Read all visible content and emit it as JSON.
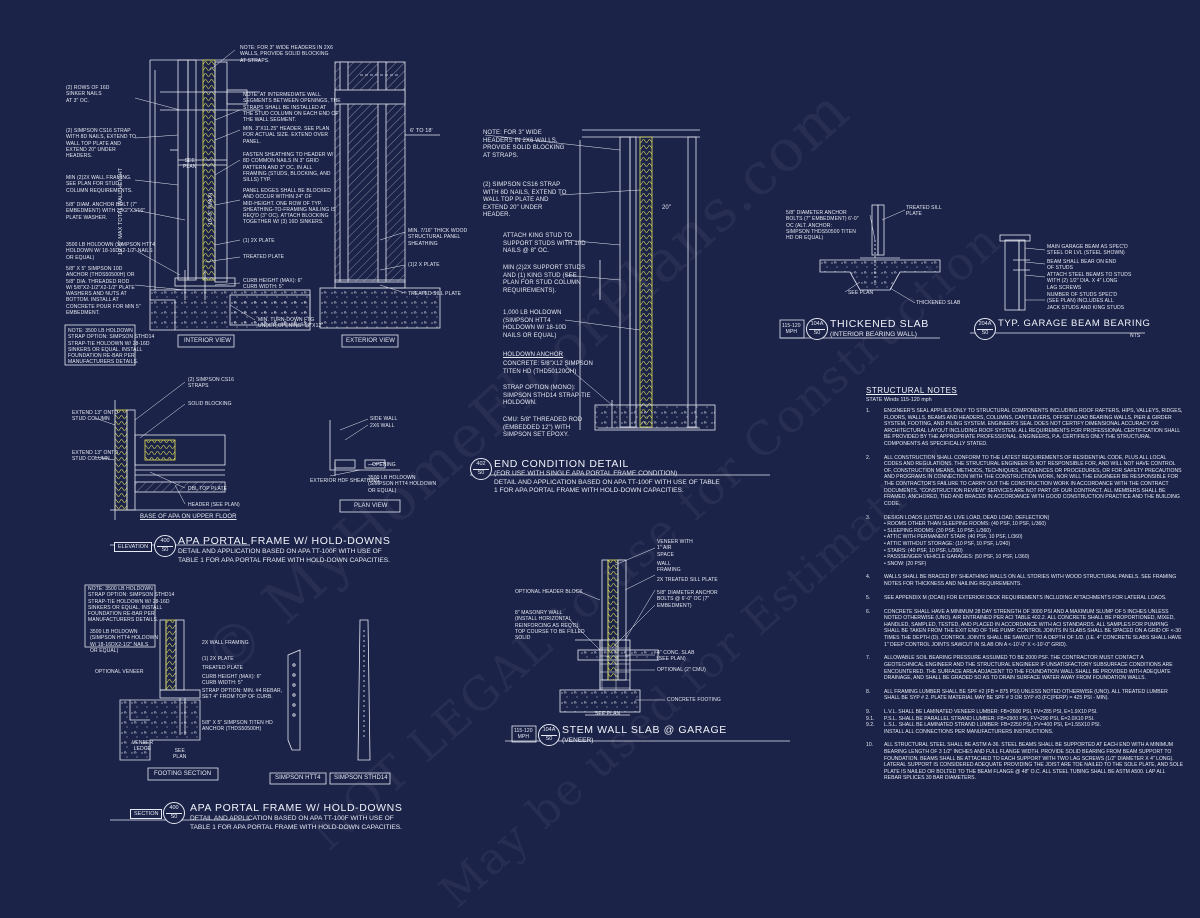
{
  "colors": {
    "background": "#1b2348",
    "linework": "#e6e9f2",
    "sheathing": "#e4e35a",
    "watermark": "#c8cde1"
  },
  "watermark": {
    "line1": "© MyHomeFloorPlans.com",
    "line2": "NOT LEGAL to use for Construction",
    "line3": "May be used for Estimating"
  },
  "detail_top_left": {
    "view_interior": "INTERIOR VIEW",
    "view_exterior": "EXTERIOR VIEW",
    "dim_wall_height": "10'-0\" MAX TOTAL WALL HEIGHT",
    "dim_max": "10'-0\" (MAX)",
    "dim_see_plan": "SEE\nPLAN",
    "dim_range": "6' TO 18'",
    "note_rows": "(2) ROWS OF 16d\nSINKER NAILS\nAT 3\" OC.",
    "note_strap": "(2) SIMPSON CS16 STRAP\nWITH 8d NAILS, EXTEND TO\nWALL TOP PLATE AND\nEXTEND 20\" UNDER\nHEADERS.",
    "note_studs": "MIN (2)2X WALL FRAMING.\nSEE PLAN FOR STUD\nCOLUMN REQUIREMENTS.",
    "note_bolt": "5/8\" DIAM. ANCHOR BOLT (7\"\nEMBEDMENT) WITH 2\"x2\"x3/16\"\nPLATE WASHER.",
    "note_holdown": "3500 LB HOLDOWN (SIMPSON HTT4\nHOLDOWN W/ 18-16dx2-1/2\" NAILS\nOR EQUAL)",
    "note_rod": "5/8\" x 5\" SIMPSON 10D\nANCHOR (THDS50500H) OR\n5/8\" DIA. THREADED ROD\nW/ 5/8\"x2-1/2\"x2-1/2\" PLATE\nWASHERS AND NUTS AT\nBOTTOM. INSTALL AT\nCONCRETE POUR FOR MIN 5\"\nEMBEDMENT.",
    "note_box": "NOTE: 3500 LB HOLDOWN\nSTRAP OPTION: SIMPSON STHD14\nSTRAP-TIE HOLDOWN W/ 28-16d\nSINKERS OR EQUAL. INSTALL\nFOUNDATION RE-BAR PER\nMANUFACTURERS DETAILS.",
    "note_header": "NOTE: FOR 3\" WIDE HEADERS IN 2x6\nWALLS, PROVIDE SOLID BLOCKING\nAT STRAPS.",
    "note_segments": "NOTE: AT INTERMEDIATE WALL\nSEGMENTS BETWEEN OPENINGS, THE\nSTRAPS SHALL BE INSTALLED AT\nTHE STUD COLUMN ON EACH END OF\nTHE WALL SEGMENT.",
    "note_min_header": "MIN. 3\"x11.25\" HEADER. SEE PLAN\nFOR ACTUAL SIZE. EXTEND OVER\nPANEL.",
    "note_fasten": "FASTEN SHEATHING TO HEADER W/\n8d COMMON NAILS IN 3\" GRID\nPATTERN AND 3\" OC, IN ALL\nFRAMING (STUDS, BLOCKING, AND\nSILLS) TYP.",
    "note_panel_edges": "PANEL EDGES SHALL BE BLOCKED\nAND OCCUR WITHIN 24\" OF\nMID-HEIGHT. ONE ROW OF TYP.\nSHEATHING-TO-FRAMING NAILING IS\nREQ'D (3\" OC). ATTACH BLOCKING\nTOGETHER W/ (3) 16d SINKERS.",
    "note_top_plate": "(1) 2x PLATE",
    "note_treated": "TREATED PLATE",
    "note_curb": "CURB HEIGHT (MAX): 6\"\nCURB WIDTH: 5\"",
    "note_turn": "MIN. TURN-DOWN FTG\nUNDER OPENING: 12\"x12\"",
    "note_min_wood": "MIN. 7/16\" THICK WOOD\nSTRUCTURAL PANEL\nSHEATHING",
    "note_2x_plate": "(1)2 x PLATE",
    "note_treated_sill": "TREATED SILL PLATE"
  },
  "detail_apa_base": {
    "caption": "BASE OF APA ON UPPER FLOOR",
    "plan_view": "PLAN VIEW",
    "note_cs16": "(2) SIMPSON CS16\nSTRAPS",
    "note_blocking": "SOLID BLOCKING",
    "note_extend_top": "EXTEND 13\" ONTO\nSTUD COLUMN",
    "note_extend_bottom": "EXTEND 13\" ONTO\nSTUD COLUMN",
    "note_dbl": "DBL TOP PLATE",
    "note_header_plan": "HEADER (SEE PLAN)",
    "note_side_wall": "SIDE WALL",
    "note_2x6": "2x6 WALL",
    "note_opening": "OPENING",
    "note_ext_sheathing": "EXTERIOR HDF SHEATHING",
    "note_3500": "3500 LB HOLDOWN\n(SIMPSON HTT4 HOLDOWN\nOR EQUAL)"
  },
  "title_apa_elev": {
    "tag": "ELEVATION",
    "num": "400",
    "sheet": "S0",
    "title": "APA PORTAL FRAME W/ HOLD-DOWNS",
    "sub": "DETAIL AND APPLICATION BASED ON APA TT-100F WITH USE OF\nTABLE 1 FOR APA PORTAL FRAME WITH HOLD-DOWN CAPACITIES."
  },
  "detail_footing": {
    "note_box": "NOTE: 3500 LB HOLDOWN\nSTRAP OPTION: SIMPSON STHD14\nSTRAP-TIE HOLDOWN W/ 28-16d\nSINKERS OR EQUAL. INSTALL\nFOUNDATION RE-BAR PER\nMANUFACTURERS DETAILS.",
    "note_htt4": "3500 LB HOLDOWN\n(SIMPSON HTT4 HOLDOWN\nW/ 18-16dx2-1/2\" NAILS\nOR EQUAL)",
    "note_veneer": "OPTIONAL VENEER",
    "note_2x_framing": "2x WALL FRAMING",
    "note_2x_plate": "(1) 2x PLATE",
    "note_treated": "TREATED PLATE",
    "note_curb": "CURB HEIGHT (MAX): 6\"\nCURB WIDTH: 5\"",
    "note_strap": "STRAP OPTION: MIN. #4 REBAR,\nSET 4\" FROM TOP OF CURB.",
    "note_rod": "5/8\" x 5\" SIMPSON TITEN HD\nANCHOR (THDS50500H)",
    "note_ledge": "VENEER\nLEDGE",
    "note_see_plan": "SEE\nPLAN",
    "caption": "FOOTING SECTION",
    "hw1": "SIMPSON HTT4",
    "hw2": "SIMPSON STHD14"
  },
  "title_apa_section": {
    "tag": "SECTION",
    "num": "400",
    "sheet": "S0",
    "title": "APA PORTAL FRAME W/ HOLD-DOWNS",
    "sub": "DETAIL AND APPLICATION BASED ON APA TT-100F WITH USE OF\nTABLE 1 FOR APA PORTAL FRAME WITH HOLD-DOWN CAPACITIES."
  },
  "detail_end": {
    "note_header": "NOTE: FOR 3\" WIDE\nHEADERS IN 2x6 WALLS,\nPROVIDE SOLID BLOCKING\nAT STRAPS.",
    "note_strap": "(2) SIMPSON CS16 STRAP\nWITH 8d NAILS, EXTEND TO\nWALL TOP PLATE AND\nEXTEND 20\" UNDER\nHEADER.",
    "note_king": "ATTACH KING STUD TO\nSUPPORT STUDS WITH 10d\nNAILS @ 8\" OC.",
    "note_min": "MIN (2)2X SUPPORT STUDS\nAND (1) KING STUD (SEE\nPLAN FOR STUD COLUMN\nREQUIREMENTS).",
    "note_holdown": "1,000 LB HOLDOWN\n(SIMPSON HTT4\nHOLDOWN W/ 18-10d\nNAILS OR EQUAL)",
    "note_anchor_head": "HOLDOWN ANCHOR",
    "note_concrete": "CONCRETE: 5/8\"x12 SIMPSON\nTITEN HD (THD50120OH)",
    "note_strap_opt": "STRAP OPTION (MONO):\nSIMPSON STHD14 STRAP-TIE\nHOLDOWN.",
    "note_cmu": "CMU: 5/8\" THREADED ROD\n(EMBEDDED 12\") WITH\nSIMPSON SET EPOXY.",
    "dim": "20\"",
    "tag_num": "402",
    "tag_sheet": "S0",
    "title": "END CONDITION DETAIL",
    "sub": "(FOR USE WITH SINGLE APA PORTAL FRAME CONDITION)\nDETAIL AND APPLICATION BASED ON APA TT-100F WITH USE OF TABLE\n1 FOR APA PORTAL FRAME WITH HOLD-DOWN CAPACITIES."
  },
  "detail_stem": {
    "note_veneer": "VENEER WITH\n1\" AIR\nSPACE",
    "note_wall": "WALL\nFRAMING",
    "note_sill": "2x TREATED SILL PLATE",
    "note_opt_header": "OPTIONAL HEADER BLOCK",
    "note_bolts": "5/8\" DIAMETER ANCHOR\nBOLTS @ 6'-0\" OC (7\"\nEMBEDMENT)",
    "note_masonry": "8\" MASONRY WALL\n(INSTALL HORIZONTAL\nREINFORCING AS REQ'D).\nTOP COURSE TO BE FILLED\nSOLID",
    "note_slab": "4\" CONC. SLAB\n(SEE PLAN)",
    "note_optional_cmu": "OPTIONAL (2\" CMU)",
    "note_footing": "CONCRETE FOOTING",
    "note_see_plan": "SEE PLAN",
    "tag_range": "115-120\nMPH",
    "tag_num": "104A",
    "tag_sheet": "S0",
    "title": "STEM WALL SLAB @ GARAGE",
    "sub": "(VENEER)"
  },
  "detail_thick": {
    "note_bolts": "5/8\" DIAMETER ANCHOR\nBOLTS (7\" EMBEDMENT) 6'-0\"\nOC (ALT. ANCHOR:\nSIMPSON THDS50500 TITEN\nHD OR EQUAL)",
    "note_sill": "TREATED SILL\nPLATE",
    "note_see_plan": "SEE PLAN",
    "note_slab": "THICKENED SLAB",
    "tag_range": "115-120\nMPH",
    "tag_num": "104A",
    "tag_sheet": "S0",
    "title": "THICKENED SLAB",
    "sub": "(INTERIOR BEARING WALL)"
  },
  "detail_beam": {
    "note_main": "MAIN GARAGE BEAM AS SPEC'D\nSTEEL OR LVL (STEEL SHOWN)",
    "note_bear": "BEAM SHALL BEAR ON END\nOF STUDS",
    "note_attach": "ATTACH STEEL BEAMS TO STUDS\nWITH (2) 1/2\" DIA. x 4\" LONG\nLAG SCREWS",
    "note_number": "NUMBER OF STUDS SPEC'D\n(SEE PLAN) INCLUDES ALL\nJACK STUDS AND KING STUDS",
    "tag_num": "204A",
    "tag_sheet": "S0",
    "title": "TYP. GARAGE BEAM BEARING",
    "sub": "NTS"
  },
  "notes": {
    "heading": "STRUCTURAL NOTES",
    "state": "STATE Winds 115-120 mph",
    "items": [
      {
        "n": "1.",
        "t": "ENGINEER'S SEAL APPLIES ONLY TO STRUCTURAL COMPONENTS INCLUDING ROOF RAFTERS, HIPS, VALLEYS, RIDGES, FLOORS, WALLS, BEAMS AND HEADERS, COLUMNS, CANTILEVERS, OFFSET LOAD BEARING WALLS, PIER & GIRDER SYSTEM, FOOTING, AND PILING SYSTEM. ENGINEER'S SEAL DOES NOT CERTIFY DIMENSIONAL ACCURACY OR ARCHITECTURAL LAYOUT INCLUDING ROOF SYSTEM. ALL REQUIREMENTS FOR PROFESSIONAL CERTIFICATION SHALL BE PROVIDED BY THE APPROPRIATE PROFESSIONAL. ENGINEERS, P.A. CERTIFIES ONLY THE STRUCTURAL COMPONENTS AS SPECIFICALLY STATED."
      },
      {
        "n": "2.",
        "t": "ALL CONSTRUCTION SHALL CONFORM TO THE LATEST REQUIREMENTS OF RESIDENTIAL CODE, PLUS ALL LOCAL CODES AND REGULATIONS. THE STRUCTURAL ENGINEER IS NOT RESPONSIBLE FOR, AND WILL NOT HAVE CONTROL OF, CONSTRUCTION MEANS, METHODS, TECHNIQUES, SEQUENCES OR PROCEDURES, OR FOR SAFETY PRECAUTIONS AND PROGRAMS IN CONNECTION WITH THE CONSTRUCTION WORK, NOR WILL THE ENGINEER BE RESPONSIBLE FOR THE CONTRACTOR'S FAILURE TO CARRY OUT THE CONSTRUCTION WORK IN ACCORDANCE WITH THE CONTRACT DOCUMENTS. \"CONSTRUCTION REVIEW\" SERVICES ARE NOT PART OF OUR CONTRACT. ALL MEMBERS SHALL BE FRAMED, ANCHORED, TIED AND BRACED IN ACCORDANCE WITH GOOD CONSTRUCTION PRACTICE AND THE BUILDING CODE."
      },
      {
        "n": "3.",
        "t": "DESIGN LOADS (LISTED AS: LIVE LOAD, DEAD LOAD, DEFLECTION)\n• ROOMS OTHER THAN SLEEPING ROOMS: (40 PSF, 10 PSF, L/360)\n• SLEEPING ROOMS: (30 PSF, 10 PSF, L/360)\n• ATTIC WITH PERMANENT STAIR: (40 PSF, 10 PSF, L/360)\n• ATTIC WITHOUT STORAGE: (10 PSF, 10 PSF, L/240)\n• STAIRS: (40 PSF, 10 PSF, L/360)\n• PASSSENGER VEHICLE GARAGES: (50 PSF, 10 PSF, L/360)\n• SNOW: (20 PSF)"
      },
      {
        "n": "4.",
        "t": "WALLS SHALL BE BRACED BY SHEATHING WALLS ON ALL STORIES WITH WOOD STRUCTURAL PANELS. SEE FRAMING NOTES FOR THICKNESS AND NAILING REQUIREMENTS."
      },
      {
        "n": "5.",
        "t": "SEE APPENDIX M (DCA6) FOR EXTERIOR DECK REQUIREMENTS INCLUDING ATTACHMENTS FOR LATERAL LOADS."
      },
      {
        "n": "6.",
        "t": "CONCRETE SHALL HAVE A MINIMUM 28 DAY STRENGTH OF 3000 PSI AND A MAXIMUM SLUMP OF 5 INCHES UNLESS NOTED OTHERWISE (UNO). AIR ENTRAINED PER ACI TABLE 402.2. ALL CONCRETE SHALL BE PROPORTIONED, MIXED, HANDLED, SAMPLED, TESTED, AND PLACED IN ACCORDANCE WITH ACI STANDARDS. ALL SAMPLES FOR PUMPING SHALL BE TAKEN FROM THE EXIT END OF THE PUMP. CONTROL JOINTS IN SLABS SHALL BE SPACED ON A GRID OF <-30 TIMES THE DEPTH (D). CONTROL JOINTS SHALL BE SAWCUT TO A DEPTH OF 1/D. (I.E. 4\" CONCRETE SLABS SHALL HAVE 1\" DEEP CONTROL JOINTS SAWCUT IN SLAB ON A <-10'-0\" x <-10'-0\" GRID)."
      },
      {
        "n": "7.",
        "t": "ALLOWABLE SOIL BEARING PRESSURE ASSUMED TO BE 2000 PSF. THE CONTRACTOR MUST CONTACT A GEOTECHNICAL ENGINEER AND THE STRUCTURAL ENGINEER IF UNSATISFACTORY SUBSURFACE CONDITIONS ARE ENCOUNTERED. THE SURFACE AREA ADJACENT TO THE FOUNDATION WALL SHALL BE PROVIDED WITH ADEQUATE DRAINAGE, AND SHALL BE GRADED SO AS TO DRAIN SURFACE WATER AWAY FROM FOUNDATION WALLS."
      },
      {
        "n": "8.",
        "t": "ALL FRAMING LUMBER SHALL BE SPF #2 (Fb = 875 PSI) UNLESS NOTED OTHERWISE (UNO). ALL TREATED LUMBER SHALL BE SYP # 2. PLATE MATERIAL MAY BE SPF # 3 OR SYP #3 (Fc(perp) = 425 PSI - MIN)."
      },
      {
        "n": "9.\n 9.1.\n 9.2.",
        "t": "L.V.L. SHALL BE LAMINATED VENEER LUMBER: Fb=2600 PSI, Fv=285 PSI, E=1.9x10 PSI.\nP.S.L. SHALL BE PARALLEL STRAND LUMBER: Fb=2900 PSI, Fv=290 PSI, E=2.0x10 PSI.\nL.S.L. SHALL BE LAMINATED STRAND LUMBER: Fb=2250 PSI, Fv=400 PSI, E=1.55x10 PSI.\nINSTALL ALL CONNECTIONS PER MANUFACTURERS INSTRUCTIONS."
      },
      {
        "n": "10.",
        "t": "ALL STRUCTURAL STEEL SHALL BE ASTM A-36. STEEL BEAMS SHALL BE SUPPORTED AT EACH END WITH A MINIMUM BEARING LENGTH OF 3 1/2\" INCHES AND FULL FLANGE WIDTH. PROVIDE SOLID BEARING FROM BEAM SUPPORT TO FOUNDATION. BEAMS SHALL BE ATTACHED TO EACH SUPPORT WITH TWO LAG SCREWS (1/2\" DIAMETER x 4\" LONG). LATERAL SUPPORT IS CONSIDERED ADEQUATE PROVIDING THE JOIST ARE TOE NAILED TO THE SOLE PLATE, AND SOLE PLATE IS NAILED OR BOLTED TO THE BEAM FLANGE @ 48\" O.C. ALL STEEL TUBING SHALL BE ASTM A500. LAP ALL REBAR SPLICES 30 BAR DIAMETERS."
      }
    ]
  }
}
